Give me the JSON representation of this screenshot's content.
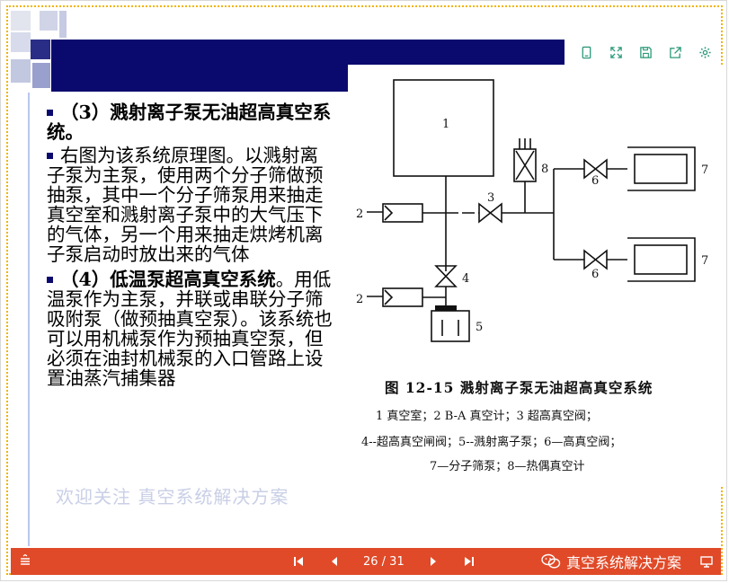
{
  "colors": {
    "navy": "#0a0a6e",
    "footer": "#e04a28",
    "toolbar_icon": "#2e9a7a",
    "watermark": "#c9cfe6"
  },
  "toolbar": {
    "icons": [
      "document-icon",
      "fullscreen-icon",
      "save-icon",
      "share-icon",
      "settings-icon"
    ]
  },
  "slide": {
    "section3_heading": "（3）溅射离子泵无油超高真空系统。",
    "section3_body": "右图为该系统原理图。以溅射离子泵为主泵，使用两个分子筛做预抽泵，其中一个分子筛泵用来抽走真空室和溅射离子泵中的大气压下的气体，另一个用来抽走烘烤机离子泵启动时放出来的气体",
    "section4_heading": "（4）低温泵超高真空系统",
    "section4_body": "。用低温泵作为主泵，并联或串联分子筛吸附泵（做预抽真空泵）。该系统也可以用机械泵作为预抽真空泵，但必须在油封机械泵的入口管路上设置油蒸汽捕集器",
    "watermark": "欢迎关注 真空系统解决方案"
  },
  "figure": {
    "labels": {
      "n1": "1",
      "n2a": "2",
      "n2b": "2",
      "n3": "3",
      "n4": "4",
      "n5": "5",
      "n6a": "6",
      "n6b": "6",
      "n7a": "7",
      "n7b": "7",
      "n8": "8"
    },
    "caption_title": "图 12-15   溅射离子泵无油超高真空系统",
    "caption_line1": "1   真空室；2   B-A 真空计；3   超高真空阀；",
    "caption_line2": "4--超高真空闸阀；5--溅射离子泵；6—高真空阀；",
    "caption_line3": "7—分子筛泵；8—热偶真空计"
  },
  "footer": {
    "page_indicator": "26 / 31",
    "brand": "真空系统解决方案"
  }
}
